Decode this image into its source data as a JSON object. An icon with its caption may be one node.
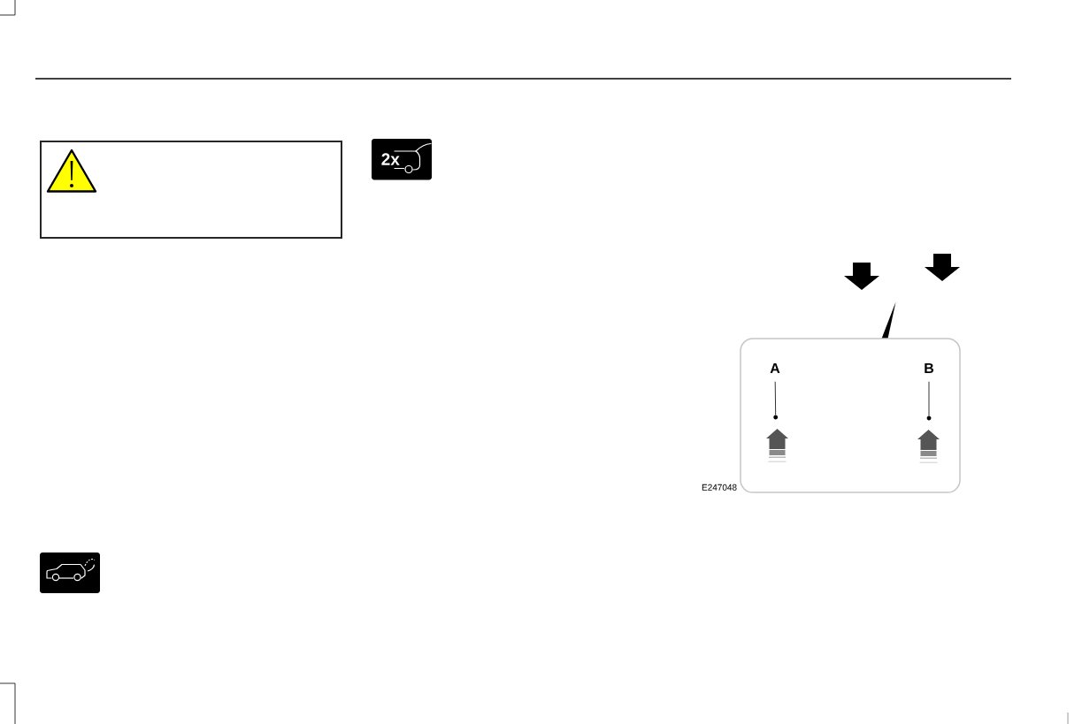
{
  "diagram": {
    "nodes": [
      {
        "text": [],
        "shape": "box",
        "beside": [
          "E247048"
        ]
      },
      {
        "text": [
          "A"
        ],
        "in": 0
      },
      {
        "text": [
          "B"
        ],
        "in": 0
      },
      {
        "text": [],
        "shape": "circle",
        "in": 0
      },
      {
        "text": [],
        "shape": "circle",
        "in": 0
      }
    ],
    "edges": [
      {
        "from": 1,
        "to": 3,
        "arrow": "none"
      },
      {
        "from": 2,
        "to": 4,
        "arrow": "none"
      }
    ],
    "labels": [
      "2x"
    ]
  }
}
